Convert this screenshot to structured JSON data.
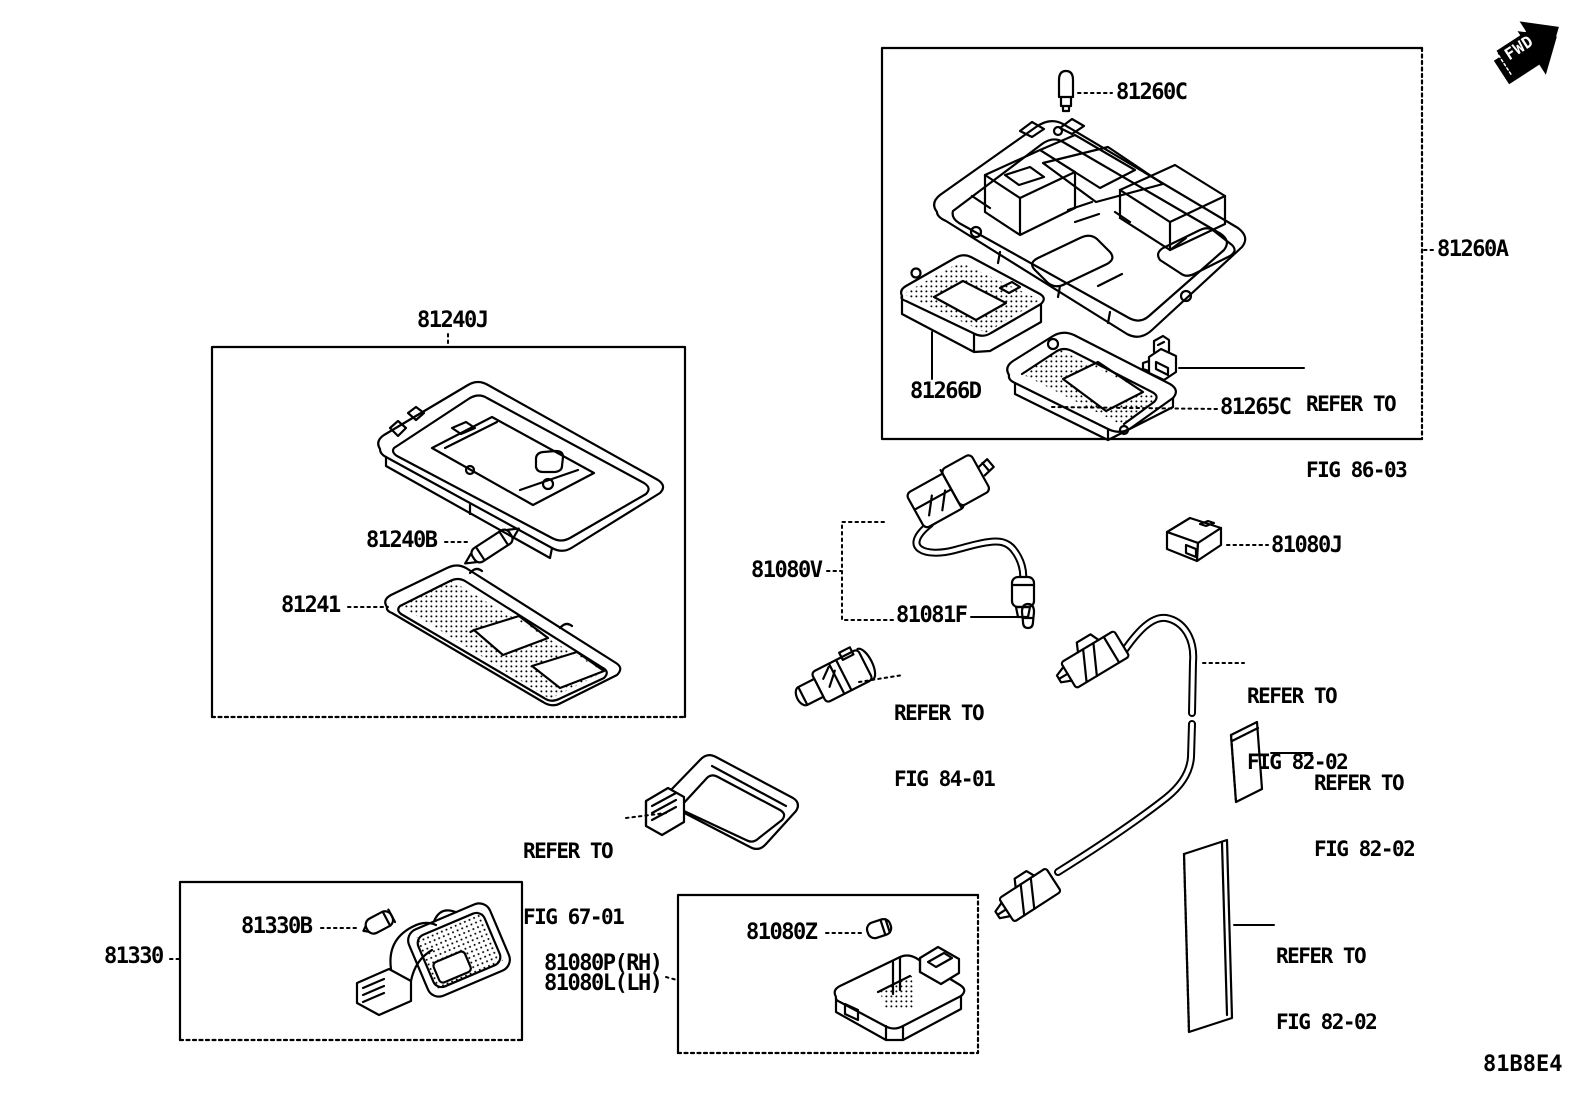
{
  "diagram_code": "81B8E4",
  "fwd_label": "FWD",
  "colors": {
    "line": "#000000",
    "background": "#ffffff"
  },
  "parts": {
    "c81260C": "81260C",
    "c81260A": "81260A",
    "c81266D": "81266D",
    "c81265C": "81265C",
    "c81240J": "81240J",
    "c81240B": "81240B",
    "c81241": "81241",
    "c81080V": "81080V",
    "c81081F": "81081F",
    "c81080J": "81080J",
    "c81330": "81330",
    "c81330B": "81330B",
    "c81080P_RH": "81080P(RH)",
    "c81080L_LH": "81080L(LH)",
    "c81080Z": "81080Z"
  },
  "references": {
    "fig8603": {
      "line1": "REFER TO",
      "line2": "FIG 86-03"
    },
    "fig8401": {
      "line1": "REFER TO",
      "line2": "FIG 84-01"
    },
    "fig8202_harness": {
      "line1": "REFER TO",
      "line2": "FIG 82-02"
    },
    "fig8202_clip": {
      "line1": "REFER TO",
      "line2": "FIG 82-02"
    },
    "fig8202_panel": {
      "line1": "REFER TO",
      "line2": "FIG 82-02"
    },
    "fig6701": {
      "line1": "REFER TO",
      "line2": "FIG 67-01"
    }
  }
}
